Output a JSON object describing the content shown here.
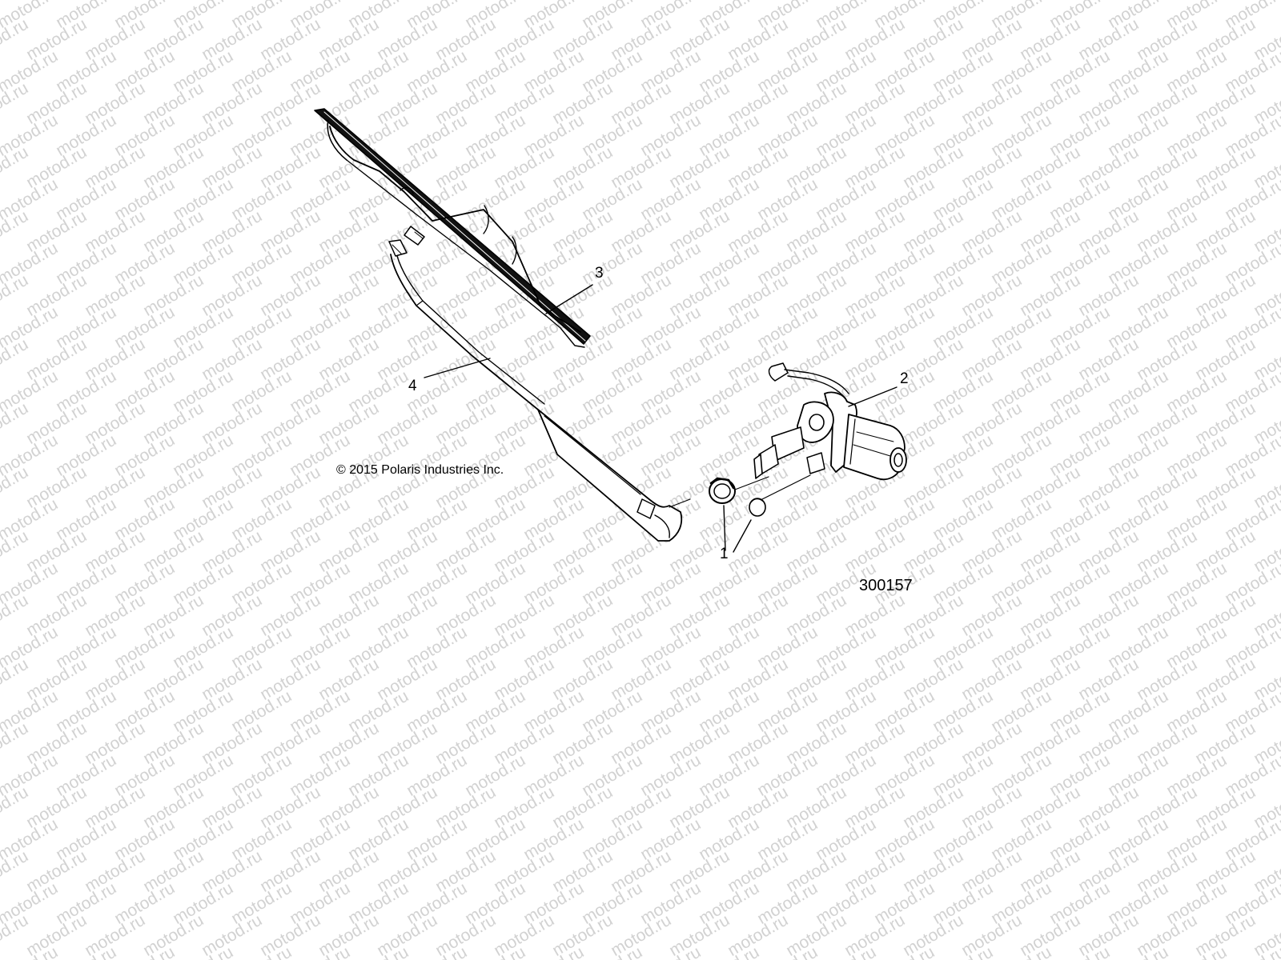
{
  "watermark": {
    "text": "motod.ru"
  },
  "diagram": {
    "callouts": [
      {
        "id": "1",
        "label": "1"
      },
      {
        "id": "2",
        "label": "2"
      },
      {
        "id": "3",
        "label": "3"
      },
      {
        "id": "4",
        "label": "4"
      }
    ],
    "copyright": "© 2015 Polaris Industries Inc.",
    "figure_number": "300157"
  }
}
